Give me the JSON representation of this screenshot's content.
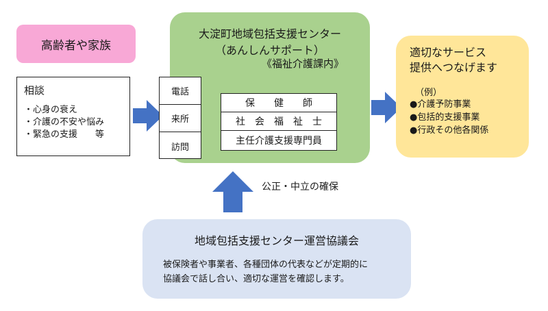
{
  "left": {
    "elderly_label": "高齢者や家族",
    "consult_title": "相談",
    "consult_items": [
      "・心身の衰え",
      "・介護の不安や悩み",
      "・緊急の支援　　等"
    ]
  },
  "contact_methods": [
    "電話",
    "来所",
    "訪問"
  ],
  "center": {
    "title_line1": "大淀町地域包括支援センター",
    "title_line2": "（あんしんサポート）",
    "title_line3": "《福祉介護課内》",
    "staff": [
      "保　　健　　師",
      "社　会　福　祉　士",
      "主任介護支援専門員"
    ]
  },
  "services": {
    "heading_line1": "適切なサービス",
    "heading_line2": "提供へつなげます",
    "example_label": "（例）",
    "items": [
      "●介護予防事業",
      "●包括的支援事業",
      "●行政その他各関係"
    ]
  },
  "fairness_label": "公正・中立の確保",
  "council": {
    "title": "地域包括支援センター運営協議会",
    "description_line1": "被保険者や事業者、各種団体の代表などが定期的に",
    "description_line2": "協議会で話し合い、適切な運営を確認します。"
  },
  "colors": {
    "arrow": "#4472c4",
    "elderly_box": "#f8a8d6",
    "center_box": "#a9d18e",
    "services_box": "#ffe699",
    "council_box": "#dae3f3"
  }
}
